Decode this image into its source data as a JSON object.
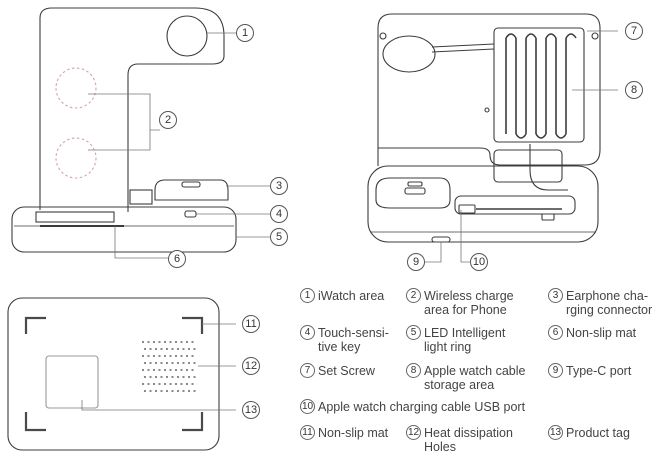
{
  "callouts": [
    "1",
    "2",
    "3",
    "4",
    "5",
    "6",
    "7",
    "8",
    "9",
    "10",
    "11",
    "12",
    "13"
  ],
  "legend": [
    {
      "num": "1",
      "text": "iWatch area"
    },
    {
      "num": "2",
      "text": "Wireless charge\narea for Phone"
    },
    {
      "num": "3",
      "text": "Earphone cha-\nrging connector"
    },
    {
      "num": "4",
      "text": "Touch-sensi-\ntive key"
    },
    {
      "num": "5",
      "text": "LED Intelligent\nlight ring"
    },
    {
      "num": "6",
      "text": "Non-slip mat"
    },
    {
      "num": "7",
      "text": "Set Screw"
    },
    {
      "num": "8",
      "text": "Apple watch cable\nstorage area"
    },
    {
      "num": "9",
      "text": "Type-C port"
    },
    {
      "num": "10",
      "text": "Apple watch charging cable USB port"
    },
    {
      "num": "11",
      "text": "Non-slip mat"
    },
    {
      "num": "12",
      "text": "Heat dissipation\nHoles"
    },
    {
      "num": "13",
      "text": "Product tag"
    }
  ]
}
